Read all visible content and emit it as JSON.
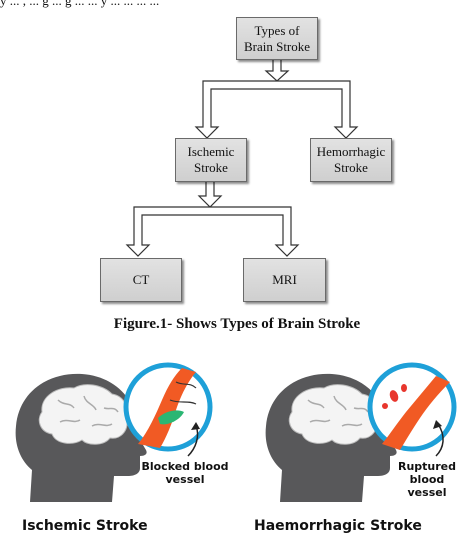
{
  "header_fragment": "y ... , ... g ... g ... ... y ... ... ... ...",
  "diagram": {
    "root": "Types of\nBrain Stroke",
    "ischemic": "Ischemic\nStroke",
    "hemorrhagic": "Hemorrhagic\nStroke",
    "ct": "CT",
    "mri": "MRI"
  },
  "caption": "Figure.1- Shows Types of Brain Stroke",
  "illustration": {
    "left_title": "Ischemic Stroke",
    "left_callout": "Blocked blood\nvessel",
    "right_title": "Haemorrhagic Stroke",
    "right_callout": "Ruptured blood\nvessel"
  },
  "colors": {
    "head": "#58585a",
    "brain": "#f4f4f4",
    "vessel": "#f15a24",
    "circle_border": "#1ea0d8",
    "clot": "#2bb673",
    "blood": "#e8362d"
  }
}
